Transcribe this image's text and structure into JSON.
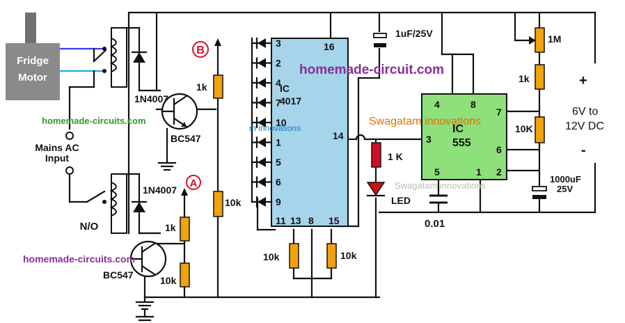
{
  "colors": {
    "resistor": "#f2a20c",
    "ic4017": "#a6d4ea",
    "ic555": "#8ee07a",
    "motor": "#8a8a8a",
    "wm_green": "#2c9a2c",
    "wm_purple": "#8a2d9a",
    "wm_orange": "#e07000",
    "wm_blue": "#1a78c0",
    "wire_blue": "#3a3aff",
    "wire_cyan": "#1ab0e8",
    "label_red": "#d0102a",
    "led": "#cc1010"
  },
  "motor": {
    "line1": "Fridge",
    "line2": "Motor"
  },
  "mains": {
    "line1": "Mains AC",
    "line2": "Input"
  },
  "relay_contact": "N/O",
  "diodes": {
    "d1": "1N4007",
    "d2": "1N4007"
  },
  "transistors": {
    "q1": "BC547",
    "q2": "BC547"
  },
  "points": {
    "a": "A",
    "b": "B"
  },
  "resistors": {
    "r_b1": "1k",
    "r_b2": "10k",
    "r_a1": "1k",
    "r_a2": "10k",
    "r_4017_13": "10k",
    "r_4017_15": "10k",
    "r_led": "1 K",
    "r_top": "1M",
    "r_mid": "1k",
    "r_555": "10K"
  },
  "caps": {
    "c_top": "1uF/25V",
    "c_555": "0.01",
    "c_supply_1": "1000uF",
    "c_supply_2": "25V"
  },
  "led": "LED",
  "ic4017": {
    "name1": "IC",
    "name2": "4017",
    "left_pins": [
      "3",
      "2",
      "4",
      "7",
      "10",
      "1",
      "5",
      "6",
      "9"
    ],
    "top_pin": "16",
    "right_pin": "14",
    "bottom_pins": [
      "11",
      "13",
      "8",
      "15"
    ]
  },
  "ic555": {
    "name1": "IC",
    "name2": "555",
    "pins": {
      "p4": "4",
      "p8": "8",
      "p3": "3",
      "p7": "7",
      "p6": "6",
      "p5": "5",
      "p1": "1",
      "p2": "2"
    }
  },
  "supply": {
    "plus": "+",
    "minus": "-",
    "line1": "6V to",
    "line2": "12V DC"
  },
  "watermarks": {
    "w1": "homemade-circuit.com",
    "w2": "homemade-circuits.com",
    "w3": "homemade-circuits.com",
    "w4": "Swagatam innovations",
    "w5": "m innovations",
    "w6": "Swagatam innovations"
  }
}
